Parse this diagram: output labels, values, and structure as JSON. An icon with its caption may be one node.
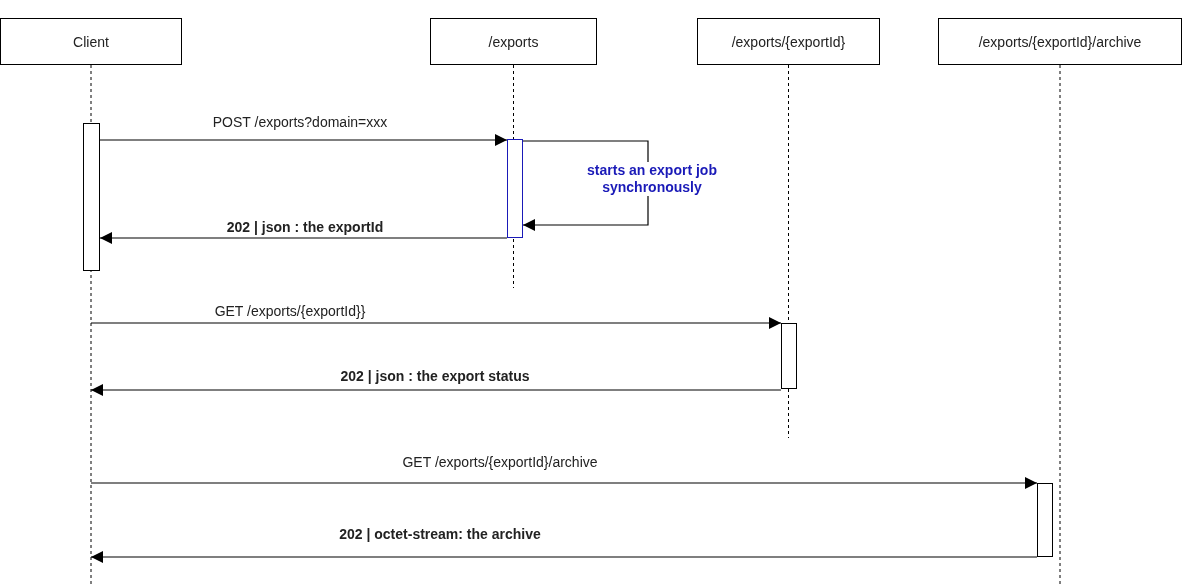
{
  "diagram": {
    "nodes": [
      {
        "text": [
          "Client"
        ]
      },
      {
        "text": [
          "/exports"
        ]
      },
      {
        "text": [
          "/exports/{exportId}"
        ]
      },
      {
        "text": [
          "/exports/{exportId}/archive"
        ]
      },
      {
        "text": [],
        "shape": "bar"
      },
      {
        "text": [],
        "shape": "bar"
      },
      {
        "text": [],
        "shape": "bar"
      },
      {
        "text": [],
        "shape": "bar"
      }
    ],
    "edges": [
      {
        "from": 4,
        "to": 5,
        "arrow": "to",
        "label": "POST /exports?domain=xxx"
      },
      {
        "from": 5,
        "to": 5,
        "arrow": "to",
        "label": "starts an export job synchronously"
      },
      {
        "from": 5,
        "to": 4,
        "arrow": "to",
        "label": "202 | json : the exportId"
      },
      {
        "from": null,
        "to": 6,
        "arrow": "to",
        "label": "GET /exports/{exportId}}"
      },
      {
        "from": 6,
        "to": null,
        "arrow": "to",
        "label": "202 | json : the export status"
      },
      {
        "from": null,
        "to": 7,
        "arrow": "to",
        "label": "GET /exports/{exportId}/archive"
      },
      {
        "from": 7,
        "to": null,
        "arrow": "to",
        "label": "202 | octet-stream: the archive"
      }
    ]
  }
}
